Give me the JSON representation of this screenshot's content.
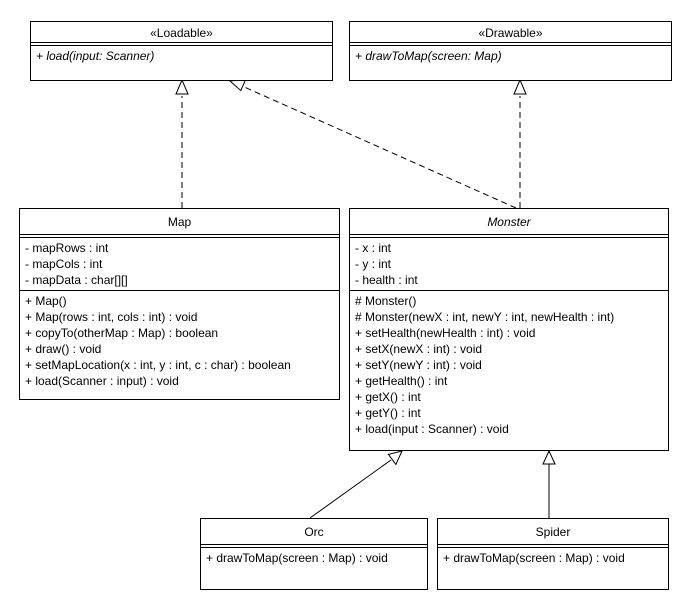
{
  "classes": {
    "loadable": {
      "stereotype": "«Loadable»",
      "operations": [
        "+ load(input: Scanner)"
      ]
    },
    "drawable": {
      "stereotype": "«Drawable»",
      "operations": [
        "+ drawToMap(screen: Map)"
      ]
    },
    "map": {
      "name": "Map",
      "attributes": [
        "- mapRows : int",
        "- mapCols : int",
        "- mapData : char[][]"
      ],
      "operations": [
        "+ Map()",
        "+ Map(rows : int, cols : int) : void",
        "+ copyTo(otherMap : Map) : boolean",
        "+ draw() : void",
        "+ setMapLocation(x : int, y : int, c : char) : boolean",
        "+ load(Scanner : input) : void"
      ]
    },
    "monster": {
      "name": "Monster",
      "attributes": [
        "- x : int",
        "- y : int",
        "- health : int"
      ],
      "operations": [
        "# Monster()",
        "# Monster(newX : int, newY : int, newHealth : int)",
        "+ setHealth(newHealth : int) : void",
        "+ setX(newX : int) : void",
        "+ setY(newY : int) : void",
        "+ getHealth() : int",
        "+ getX() : int",
        "+ getY() : int",
        "+ load(input : Scanner) : void"
      ]
    },
    "orc": {
      "name": "Orc",
      "operations": [
        "+ drawToMap(screen : Map) : void"
      ]
    },
    "spider": {
      "name": "Spider",
      "operations": [
        "+ drawToMap(screen : Map) : void"
      ]
    }
  },
  "relations": [
    {
      "from": "Map",
      "to": "«Loadable»",
      "kind": "realization"
    },
    {
      "from": "Monster",
      "to": "«Loadable»",
      "kind": "realization"
    },
    {
      "from": "Monster",
      "to": "«Drawable»",
      "kind": "realization"
    },
    {
      "from": "Orc",
      "to": "Monster",
      "kind": "generalization"
    },
    {
      "from": "Spider",
      "to": "Monster",
      "kind": "generalization"
    }
  ]
}
